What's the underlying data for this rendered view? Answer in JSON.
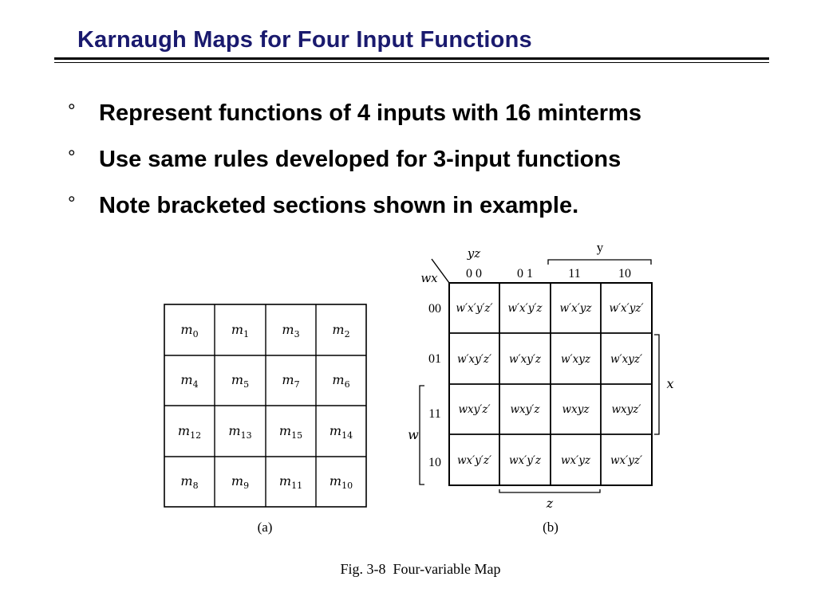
{
  "slide": {
    "title": "Karnaugh Maps for Four Input Functions",
    "bullet_marker": "°",
    "bullets": [
      "Represent functions of 4 inputs with 16 minterms",
      "Use same rules developed for 3-input functions",
      "Note bracketed sections shown in example."
    ]
  },
  "figure": {
    "map_a": {
      "cells": [
        [
          [
            "m",
            "0"
          ],
          [
            "m",
            "1"
          ],
          [
            "m",
            "3"
          ],
          [
            "m",
            "2"
          ]
        ],
        [
          [
            "m",
            "4"
          ],
          [
            "m",
            "5"
          ],
          [
            "m",
            "7"
          ],
          [
            "m",
            "6"
          ]
        ],
        [
          [
            "m",
            "12"
          ],
          [
            "m",
            "13"
          ],
          [
            "m",
            "15"
          ],
          [
            "m",
            "14"
          ]
        ],
        [
          [
            "m",
            "8"
          ],
          [
            "m",
            "9"
          ],
          [
            "m",
            "11"
          ],
          [
            "m",
            "10"
          ]
        ]
      ],
      "label": "(a)"
    },
    "map_b": {
      "corner_top": "yz",
      "corner_left": "wx",
      "col_headers": [
        "0 0",
        "0 1",
        "11",
        "10"
      ],
      "row_headers": [
        "00",
        "01",
        "11",
        "10"
      ],
      "cells": [
        [
          "w′x′y′z′",
          "w′x′y′z",
          "w′x′yz",
          "w′x′yz′"
        ],
        [
          "w′xy′z′",
          "w′xy′z",
          "w′xyz",
          "w′xyz′"
        ],
        [
          "wxy′z′",
          "wxy′z",
          "wxyz",
          "wxyz′"
        ],
        [
          "wx′y′z′",
          "wx′y′z",
          "wx′yz",
          "wx′yz′"
        ]
      ],
      "bracket_y": "y",
      "bracket_x": "x",
      "bracket_w": "w",
      "bracket_z": "z",
      "label": "(b)"
    },
    "caption": "Fig. 3-8  Four-variable Map"
  }
}
